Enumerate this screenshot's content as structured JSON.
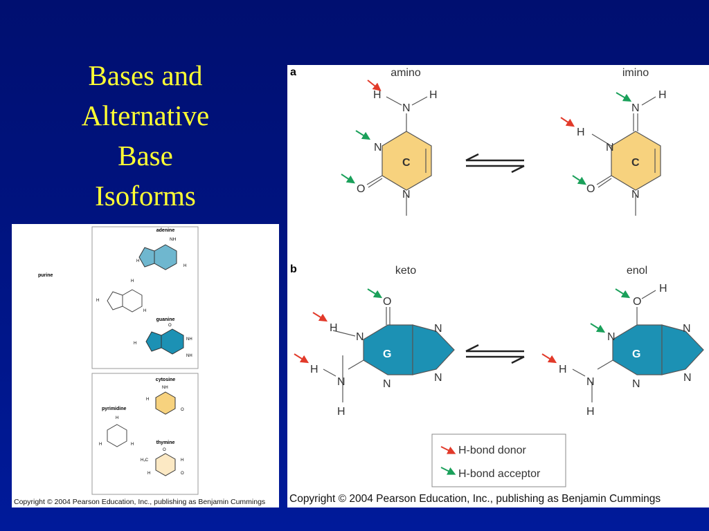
{
  "slide": {
    "title_lines": [
      "Bases and",
      "Alternative",
      "Base",
      "Isoforms"
    ]
  },
  "left_figure": {
    "top_box": {
      "adenine_label": "adenine",
      "purine_label": "purine",
      "guanine_label": "guanine"
    },
    "bottom_box": {
      "cytosine_label": "cytosine",
      "pyrimidine_label": "pyrimidine",
      "thymine_label": "thymine"
    },
    "copyright": "Copyright © 2004 Pearson Education, Inc., publishing as Benjamin Cummings"
  },
  "right_figure": {
    "panel_a": {
      "letter": "a",
      "left_label": "amino",
      "right_label": "imino",
      "ring_letter": "C"
    },
    "panel_b": {
      "letter": "b",
      "left_label": "keto",
      "right_label": "enol",
      "ring_letter": "G"
    },
    "legend": {
      "donor": "H-bond donor",
      "acceptor": "H-bond acceptor"
    },
    "colors": {
      "cytosine_fill": "#f7d27e",
      "guanine_fill": "#1c91b4",
      "donor_arrow": "#e23a2a",
      "acceptor_arrow": "#1aa05a"
    },
    "copyright": "Copyright © 2004 Pearson Education, Inc., publishing as Benjamin Cummings"
  }
}
